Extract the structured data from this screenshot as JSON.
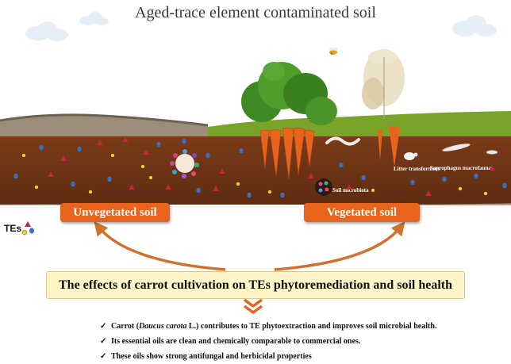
{
  "title": "Aged-trace element contaminated soil",
  "labels": {
    "unvegetated": "Unvegetated soil",
    "vegetated": "Vegetated soil",
    "litter": "Litter transformers",
    "saprophagus": "Saprophagus macrofauna",
    "microbiota": "Soil microbiota",
    "tes": "TEs"
  },
  "main_box": "The effects of carrot cultivation on TEs phytoremediation and soil health",
  "bullets": [
    {
      "pre": "Carrot (",
      "italic": "Daucus carota",
      "post": " L.) contributes to TE phytoextraction and improves soil microbial health."
    },
    {
      "pre": "Its essential oils are clean and chemically comparable to commercial ones.",
      "italic": "",
      "post": ""
    },
    {
      "pre": "These oils show strong antifungal and herbicidal properties",
      "italic": "",
      "post": ""
    }
  ],
  "colors": {
    "soil": "#6b3416",
    "grass": "#7aa32a",
    "orange": "#e8641c",
    "box_fill": "#fdf5c8",
    "particle_red": "#c0283c",
    "particle_blue": "#3a6fc9",
    "particle_yellow": "#f0d020"
  },
  "icons": [
    "cloud-icon",
    "bee-icon",
    "carrot-icon",
    "dried-plant-icon",
    "earthworm-icon",
    "insect-icon",
    "checkmark-icon",
    "chevron-down-icon"
  ]
}
